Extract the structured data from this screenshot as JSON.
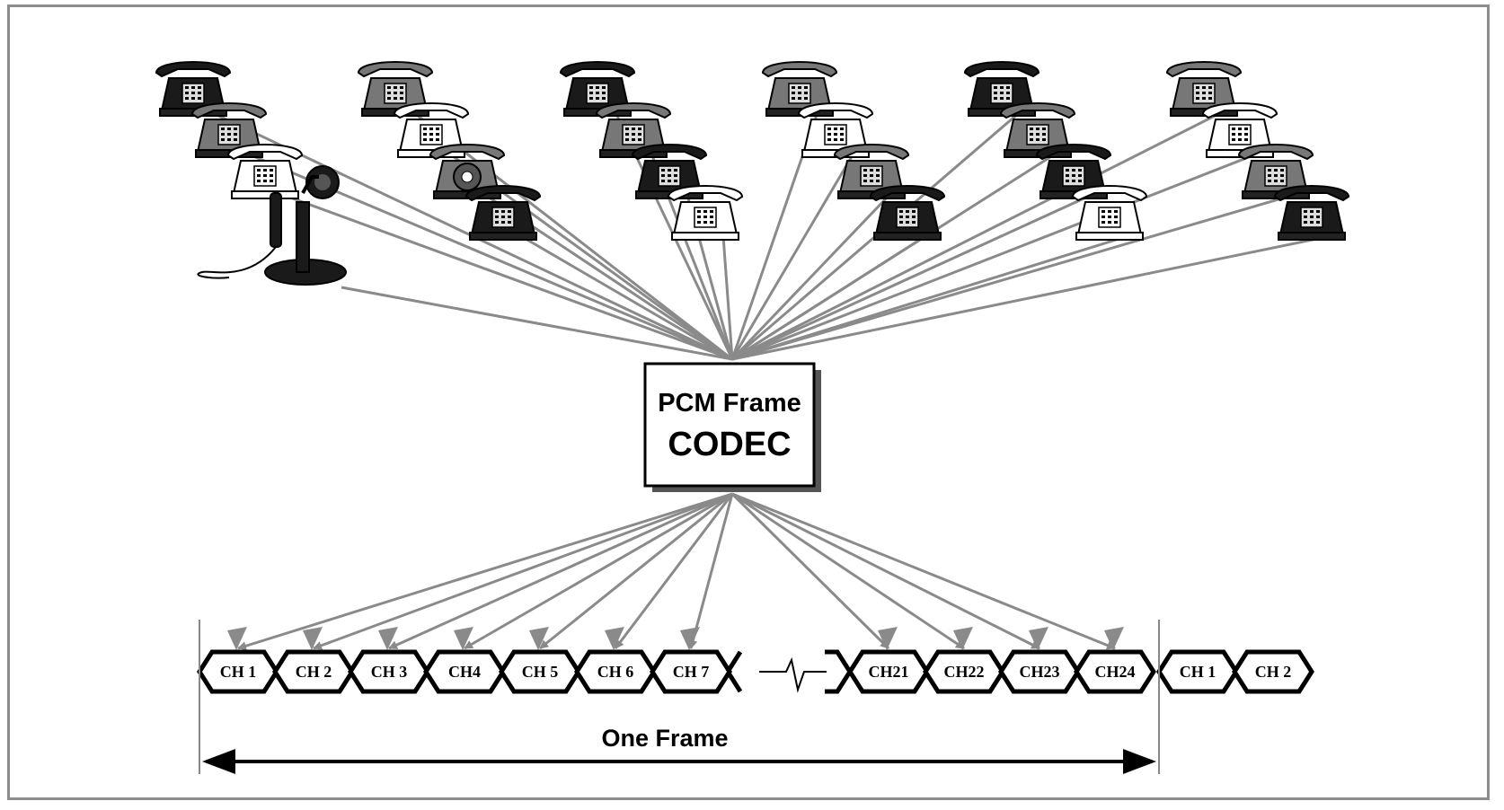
{
  "codec": {
    "line1": "PCM Frame",
    "line2": "CODEC"
  },
  "frame_label": "One Frame",
  "phones": {
    "group_icon": "telephone-icon",
    "candlestick_icon": "candlestick-telephone-icon",
    "rotary_icon": "rotary-telephone-icon",
    "shades": [
      "#1a1a1a",
      "#777777",
      "#ffffff"
    ]
  },
  "channels_left": [
    "CH 1",
    "CH 2",
    "CH 3",
    "CH4",
    "CH 5",
    "CH 6",
    "CH 7"
  ],
  "channels_right": [
    "CH21",
    "CH22",
    "CH23",
    "CH24"
  ],
  "channels_next": [
    "CH 1",
    "CH 2"
  ],
  "colors": {
    "lines": "#8a8a8a",
    "border": "#8c8c8c"
  }
}
